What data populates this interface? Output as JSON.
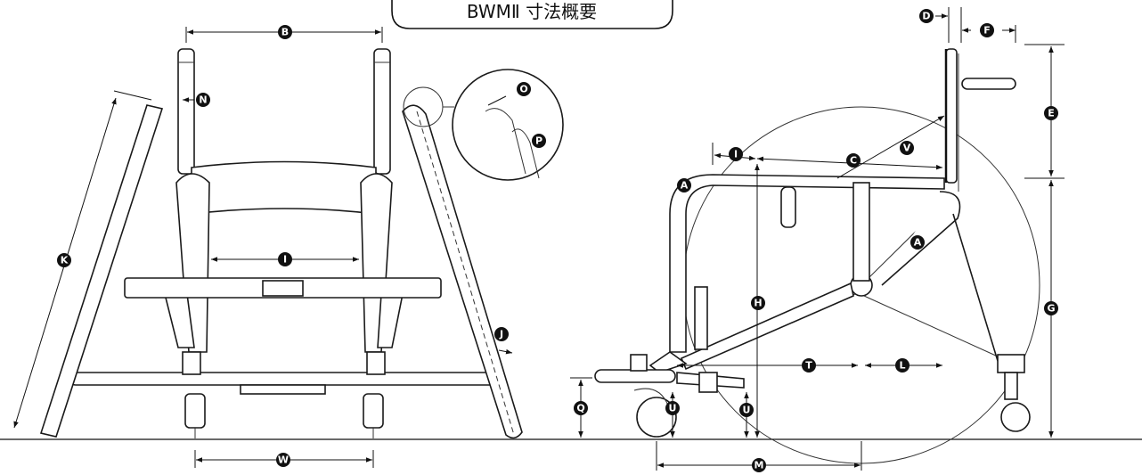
{
  "title": "BWMⅡ 寸法概要",
  "labels": {
    "A": "A",
    "B": "B",
    "C": "C",
    "D": "D",
    "E": "E",
    "F": "F",
    "G": "G",
    "H": "H",
    "I": "I",
    "J": "J",
    "K": "K",
    "L": "L",
    "M": "M",
    "N": "N",
    "O": "O",
    "P": "P",
    "Q": "Q",
    "T": "T",
    "U": "U",
    "V": "V",
    "W": "W"
  }
}
